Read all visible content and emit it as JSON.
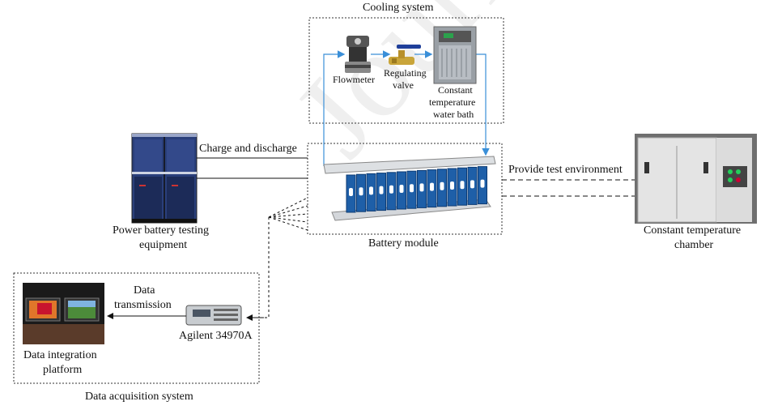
{
  "watermark": "Journal Pre-proof",
  "labels": {
    "cooling_system": "Cooling system",
    "flowmeter": "Flowmeter",
    "regulating_valve": [
      "Regulating",
      "valve"
    ],
    "water_bath": [
      "Constant",
      "temperature",
      "water bath"
    ],
    "charge_discharge": "Charge and discharge",
    "power_equipment": [
      "Power battery testing",
      "equipment"
    ],
    "battery_module": "Battery module",
    "provide_env": "Provide test environment",
    "chamber": [
      "Constant temperature",
      "chamber"
    ],
    "data_transmission": [
      "Data",
      "transmission"
    ],
    "agilent": "Agilent 34970A",
    "platform": [
      "Data integration",
      "platform"
    ],
    "acquisition_system": "Data acquisition system"
  },
  "colors": {
    "pipe": "#3a8fd8",
    "cell_blue": "#1e5fa8",
    "cabinet": "#2a3f7a",
    "chamber": "#e4e4e4"
  }
}
